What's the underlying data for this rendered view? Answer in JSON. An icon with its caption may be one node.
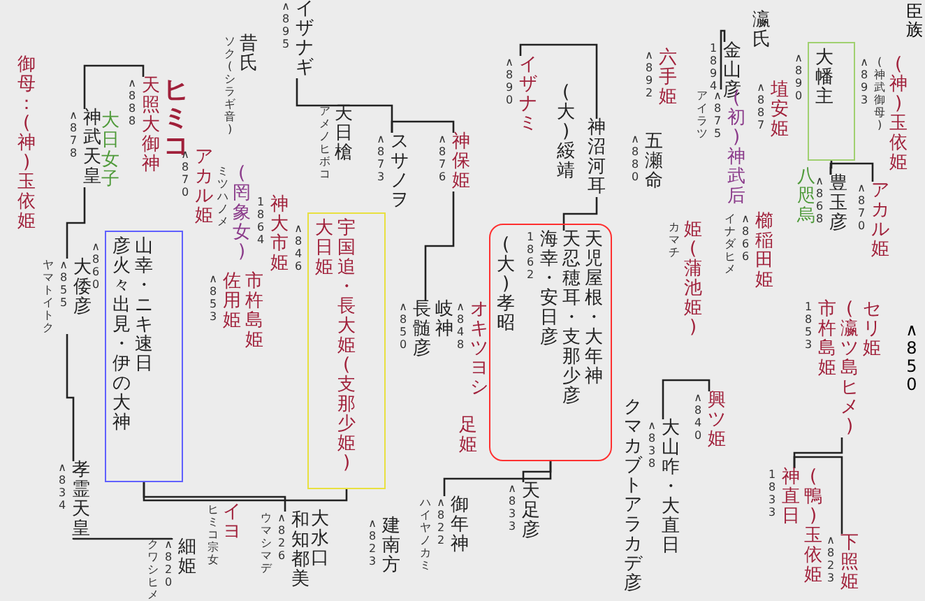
{
  "diagram": {
    "nodes": [
      {
        "text": [
          "御母：(神)玉依姫"
        ]
      },
      {
        "text": [
          "神武天皇"
        ],
        "beside": [
          "∧878"
        ]
      },
      {
        "text": [
          "大日女子"
        ]
      },
      {
        "text": [
          "天照大御神"
        ],
        "beside": [
          "∧888"
        ]
      },
      {
        "text": [
          "ヒミコ"
        ]
      },
      {
        "text": [
          "昔氏"
        ],
        "beside": [
          "ソク(シラギ音)"
        ]
      },
      {
        "text": [
          "イザナギ"
        ],
        "beside": [
          "∧895"
        ]
      },
      {
        "text": [
          "アカル姫"
        ],
        "beside": [
          "∧870"
        ]
      },
      {
        "text": [
          "彦火々出見・伊の大神",
          "山幸・ニキ速日"
        ],
        "beside": [
          "∧860"
        ]
      },
      {
        "text": [
          "大倭彦"
        ],
        "beside": [
          "ヤマトイトク",
          "∧855"
        ]
      },
      {
        "text": [
          "孝霊天皇"
        ],
        "beside": [
          "∧834"
        ]
      },
      {
        "text": [
          "神大市姫"
        ],
        "beside": [
          "1864"
        ]
      },
      {
        "text": [
          "(罔象女)"
        ],
        "beside": [
          "ミツハノメ"
        ]
      },
      {
        "text": [
          "佐用姫",
          "市杵島姫"
        ],
        "beside": [
          "∧853"
        ]
      },
      {
        "text": [
          "大日姫",
          "宇国追・長大姫(支那少姫)"
        ],
        "beside": [
          "∧846"
        ]
      },
      {
        "text": [
          "天日槍"
        ],
        "beside": [
          "アメノヒボコ"
        ]
      },
      {
        "text": [
          "スサノヲ"
        ],
        "beside": [
          "∧873"
        ]
      },
      {
        "text": [
          "神保姫"
        ],
        "beside": [
          "∧876"
        ]
      },
      {
        "text": [
          "イザナミ"
        ],
        "beside": [
          "∧890"
        ]
      },
      {
        "text": [
          "(大)綏靖"
        ]
      },
      {
        "text": [
          "神沼河耳"
        ]
      },
      {
        "text": [],
        "shape": "box"
      },
      {
        "text": [
          "(大)孝昭"
        ],
        "in": 21
      },
      {
        "text": [
          "海幸・安日彦",
          "天忍穂耳・支那少彦",
          "天児屋根・大年神"
        ],
        "beside": [
          "1862"
        ],
        "in": 21
      },
      {
        "text": [
          "長髄彦",
          "岐神"
        ],
        "beside": [
          "∧850"
        ]
      },
      {
        "text": [
          "オキツヨシ"
        ],
        "beside": [
          "∧848"
        ]
      },
      {
        "text": [
          "足姫"
        ]
      },
      {
        "text": [
          "天足彦"
        ],
        "beside": [
          "∧833"
        ]
      },
      {
        "text": [
          "御年神"
        ],
        "beside": [
          "ハイヤノカミ",
          "∧822"
        ]
      },
      {
        "text": [
          "建南方"
        ],
        "beside": [
          "∧823"
        ]
      },
      {
        "text": [
          "大水口"
        ]
      },
      {
        "text": [
          "和知都美"
        ],
        "beside": [
          "ウマシマデ",
          "∧826"
        ]
      },
      {
        "text": [
          "イヨ"
        ],
        "beside": [
          "ヒミコ宗女"
        ]
      },
      {
        "text": [
          "細姫"
        ],
        "beside": [
          "クワシヒメ",
          "∧820"
        ]
      },
      {
        "text": [
          "瀛氏"
        ]
      },
      {
        "text": [
          "金山彦"
        ],
        "beside": [
          "1894"
        ]
      },
      {
        "text": [
          "六手姫"
        ],
        "beside": [
          "∧892"
        ]
      },
      {
        "text": [
          "五瀬命"
        ],
        "beside": [
          "∧880"
        ]
      },
      {
        "text": [
          "(初)神武后"
        ],
        "beside": [
          "アイラツ",
          "∧875"
        ]
      },
      {
        "text": [
          "埴安姫"
        ],
        "beside": [
          "∧887"
        ]
      },
      {
        "text": [
          "大幡主"
        ],
        "beside": [
          "∧890"
        ]
      },
      {
        "text": [
          "(神)玉依姫"
        ],
        "beside": [
          "∧893",
          "(神武御母)"
        ]
      },
      {
        "text": [
          "豊玉彦"
        ],
        "beside": [
          "∧868"
        ]
      },
      {
        "text": [
          "アカル姫"
        ],
        "beside": [
          "∧870"
        ]
      },
      {
        "text": [
          "櫛稲田姫"
        ],
        "beside": [
          "イナダヒメ",
          "∧866"
        ]
      },
      {
        "text": [
          "八咫烏"
        ]
      },
      {
        "text": [
          "姫(蒲池姫)"
        ],
        "beside": [
          "カマチ"
        ]
      },
      {
        "text": [
          "市杵島姫",
          "(瀛ツ島ヒメ)",
          "セリ姫"
        ],
        "beside": [
          "1853"
        ]
      },
      {
        "text": [
          "興ツ姫"
        ],
        "beside": [
          "∧840"
        ]
      },
      {
        "text": [
          "大山咋・大直日"
        ],
        "beside": [
          "∧838"
        ]
      },
      {
        "text": [
          "クマカブトアラカデ彦"
        ]
      },
      {
        "text": [
          "神直日",
          "(鴨)玉依姫"
        ],
        "beside": [
          "1833"
        ]
      },
      {
        "text": [
          "下照姫"
        ],
        "beside": [
          "∧823"
        ]
      }
    ],
    "edges": [
      {
        "from": 1,
        "to": 3,
        "arrow": "none"
      },
      {
        "from": 1,
        "to": 9,
        "arrow": "none"
      },
      {
        "from": 9,
        "to": 10,
        "arrow": "none"
      },
      {
        "from": 10,
        "to": 33,
        "arrow": "none"
      },
      {
        "from": 6,
        "to": 16,
        "arrow": "none"
      },
      {
        "from": 16,
        "to": 17,
        "arrow": "none"
      },
      {
        "from": 18,
        "to": 20,
        "arrow": "none"
      },
      {
        "from": 20,
        "to": 23,
        "arrow": "none"
      },
      {
        "from": 17,
        "to": 24,
        "arrow": "none"
      },
      {
        "from": 8,
        "to": 14,
        "arrow": "none"
      },
      {
        "from": 8,
        "to": 31,
        "arrow": "none"
      },
      {
        "from": 21,
        "to": 27,
        "arrow": "none"
      },
      {
        "from": 21,
        "to": 28,
        "arrow": "none"
      },
      {
        "from": 35,
        "to": 38,
        "arrow": "none"
      },
      {
        "from": 40,
        "to": 42,
        "arrow": "none"
      },
      {
        "from": 42,
        "to": 43,
        "arrow": "none"
      },
      {
        "from": 47,
        "to": 51,
        "arrow": "none"
      },
      {
        "from": 51,
        "to": 52,
        "arrow": "none"
      },
      {
        "from": 49,
        "to": 48,
        "arrow": "none"
      }
    ],
    "labels": [
      "臣族",
      "∧850"
    ]
  }
}
